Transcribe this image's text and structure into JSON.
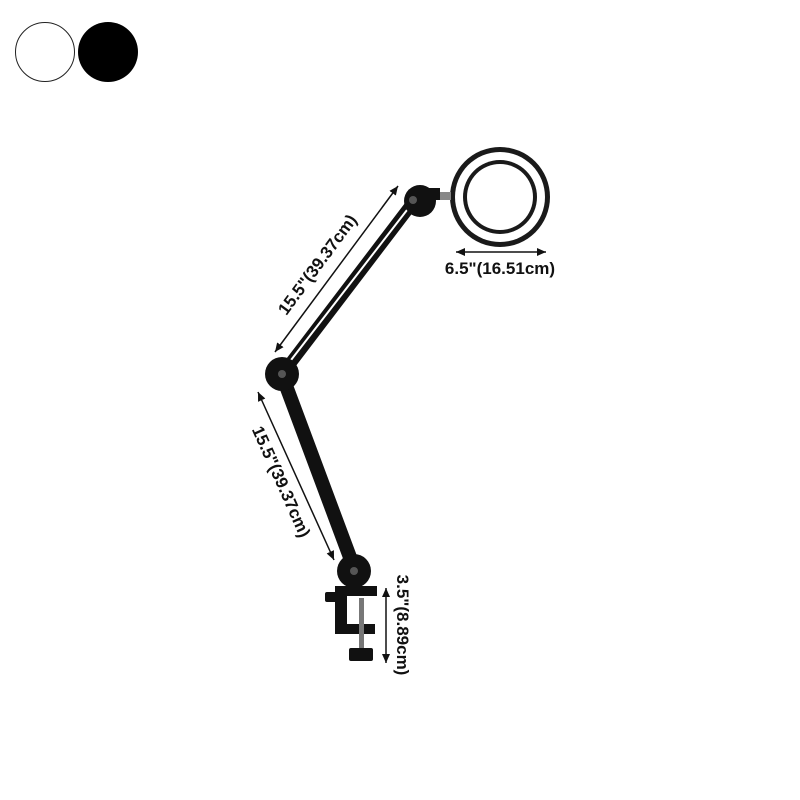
{
  "color_options": [
    {
      "name": "white",
      "color": "#ffffff"
    },
    {
      "name": "black",
      "color": "#000000"
    }
  ],
  "dimensions": {
    "ring_diameter": "6.5\"(16.51cm)",
    "upper_arm": "15.5\"(39.37cm)",
    "lower_arm": "15.5\"(39.37cm)",
    "clamp_height": "3.5\"(8.89cm)"
  }
}
